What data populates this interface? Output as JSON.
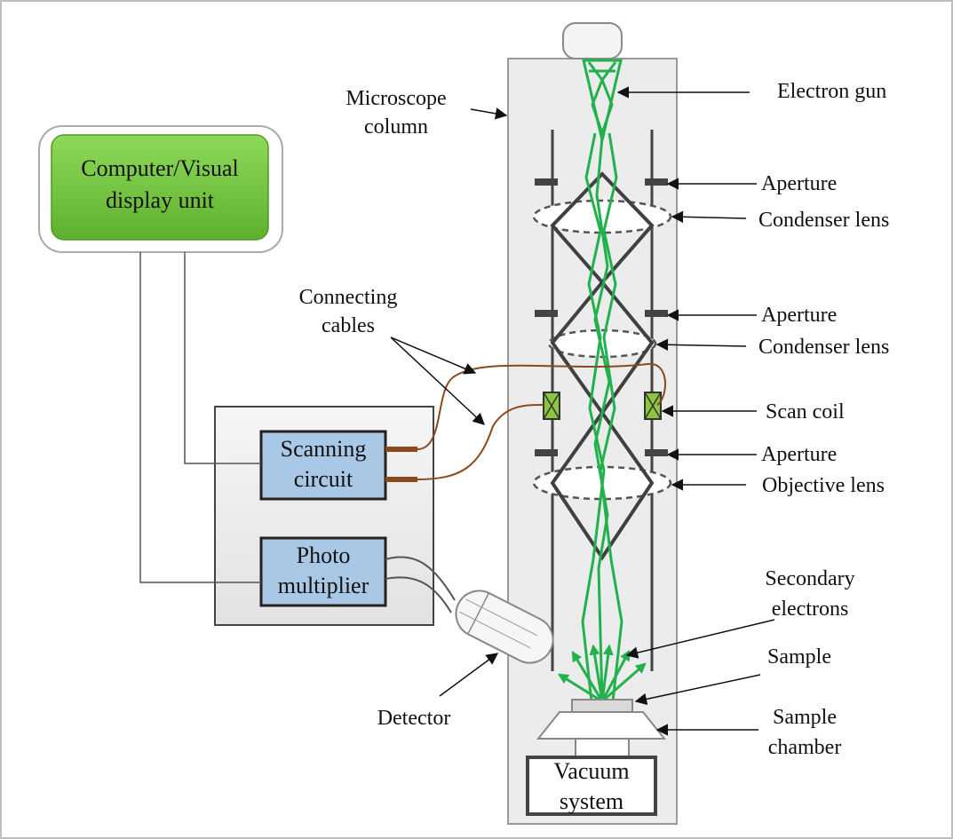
{
  "colors": {
    "beam": "#22b14c",
    "lens_stroke": "#404040",
    "cable": "#8b4a1c",
    "display_fill": "#6cc23a",
    "module_fill": "#a8c8e6",
    "column_fill": "#ececec",
    "coil_fill": "#8cc63f"
  },
  "display_unit": {
    "line1": "Computer/Visual",
    "line2": "display unit"
  },
  "scanning_circuit": {
    "line1": "Scanning",
    "line2": "circuit"
  },
  "photo_multiplier": {
    "line1": "Photo",
    "line2": "multiplier"
  },
  "vacuum_system": {
    "line1": "Vacuum",
    "line2": "system"
  },
  "labels": {
    "microscope_column": [
      "Microscope",
      "column"
    ],
    "electron_gun": "Electron gun",
    "aperture_1": "Aperture",
    "condenser_lens_1": "Condenser lens",
    "aperture_2": "Aperture",
    "condenser_lens_2": "Condenser lens",
    "scan_coil": "Scan coil",
    "aperture_3": "Aperture",
    "objective_lens": "Objective lens",
    "connecting_cables": [
      "Connecting",
      "cables"
    ],
    "secondary_electrons": [
      "Secondary",
      "electrons"
    ],
    "sample": "Sample",
    "sample_chamber": [
      "Sample",
      "chamber"
    ],
    "detector": "Detector"
  }
}
